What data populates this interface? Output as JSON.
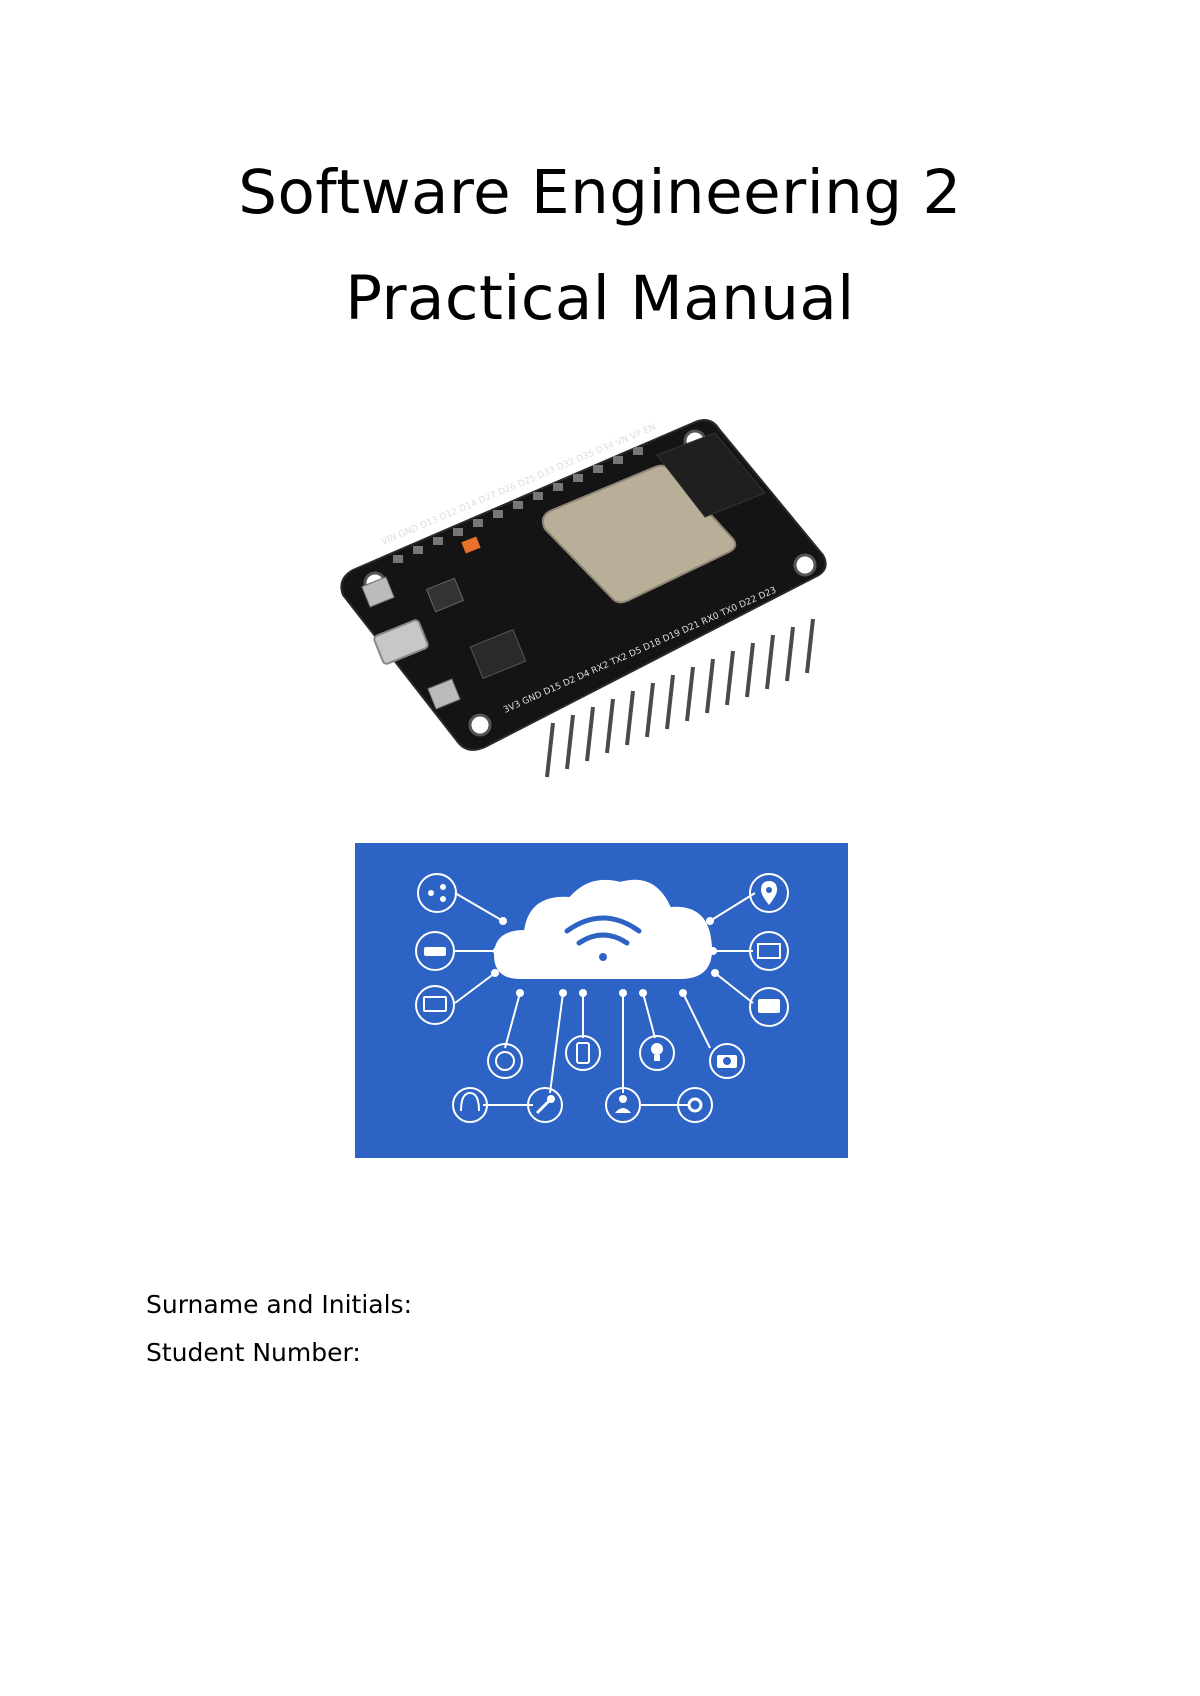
{
  "document": {
    "title_line1": "Software Engineering 2",
    "title_line2": "Practical Manual"
  },
  "fields": {
    "surname_label": "Surname and Initials:",
    "student_number_label": "Student Number:"
  },
  "board_image": {
    "label_row_top": "VIN GND D13 D12 D14 D27 D26 D25 D33 D32 D35 D34 VN VP EN",
    "label_row_bottom": "3V3 GND D15 D2 D4 RX2 TX2 D5 D18 D19 D21 RX0 TX0 D22 D23",
    "icons": [
      "usb-port-icon",
      "button-icon",
      "chip-icon",
      "rf-shield-icon"
    ]
  },
  "iot_graphic": {
    "background_color": "#2c63c5",
    "icons": [
      "share-icon",
      "router-icon",
      "monitor-icon",
      "globe-icon",
      "headphones-icon",
      "key-icon",
      "smartphone-icon",
      "user-icon",
      "lightbulb-icon",
      "gear-icon",
      "camera-icon",
      "chat-icon",
      "mail-icon",
      "location-pin-icon",
      "wifi-icon",
      "cloud-icon"
    ]
  }
}
